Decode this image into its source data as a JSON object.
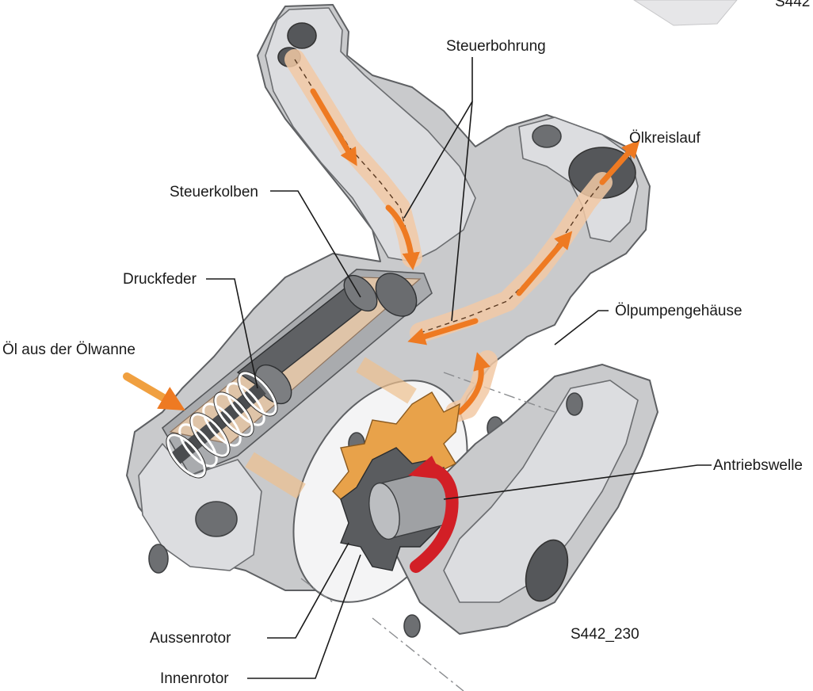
{
  "labels": {
    "steuerbohrung": "Steuerbohrung",
    "oelkreislauf": "Ölkreislauf",
    "steuerkolben": "Steuerkolben",
    "druckfeder": "Druckfeder",
    "oelpumpengehaeuse": "Ölpumpengehäuse",
    "oel_aus_der_oelwanne": "Öl aus der Ölwanne",
    "antriebswelle": "Antriebswelle",
    "aussenrotor": "Aussenrotor",
    "innenrotor": "Innenrotor"
  },
  "figure_id": "S442_230",
  "corner_id": "S442",
  "colors": {
    "housing": "#c9cacc",
    "oil_flow": "#ee7a22",
    "oil_channel": "#f2c9a4",
    "inner_rotor": "#a9abae",
    "outer_rotor": "#e8a24a",
    "drive_arrow": "#d21f26"
  }
}
